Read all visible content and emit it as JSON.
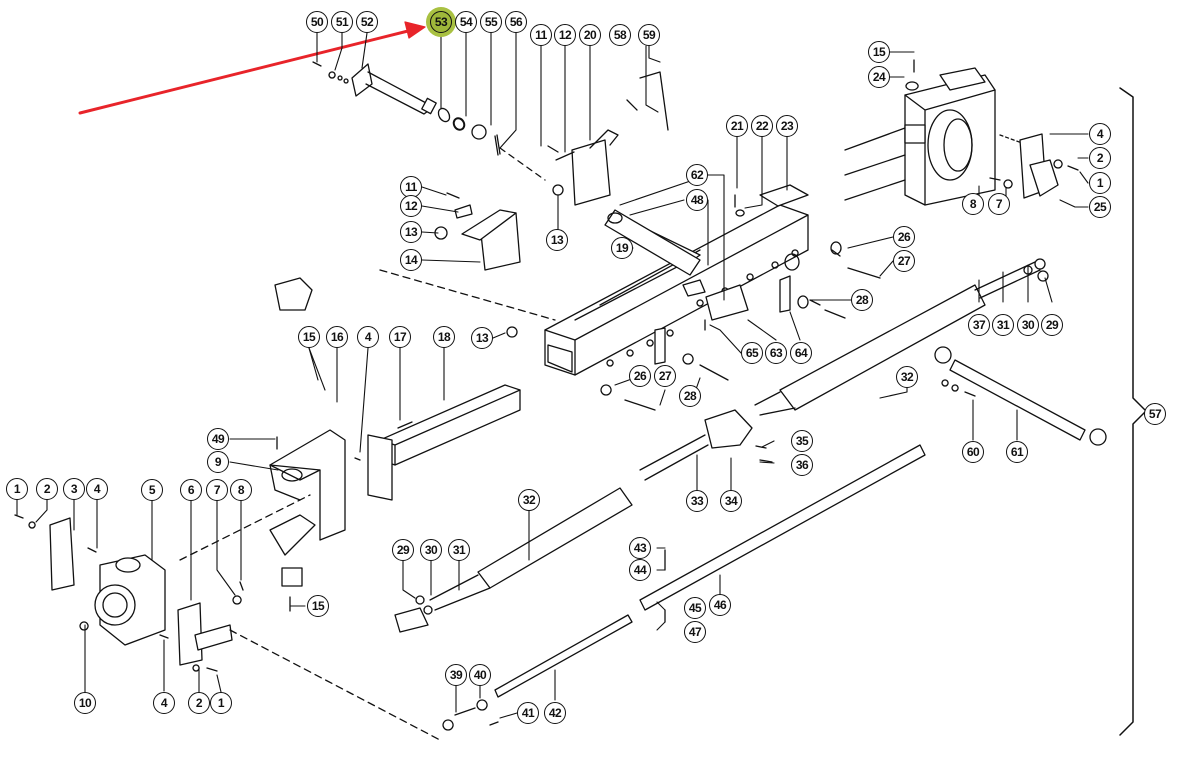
{
  "diagram": {
    "title": "",
    "type": "exploded-parts-diagram",
    "highlighted_part": "53",
    "pointer_arrow": {
      "color": "#e8242a",
      "target": "53"
    },
    "highlight_color": "#a9c142",
    "group_bracket_label": "57",
    "callouts": [
      {
        "id": "c50",
        "label": "50"
      },
      {
        "id": "c51",
        "label": "51"
      },
      {
        "id": "c52",
        "label": "52"
      },
      {
        "id": "c53",
        "label": "53"
      },
      {
        "id": "c54",
        "label": "54"
      },
      {
        "id": "c55",
        "label": "55"
      },
      {
        "id": "c56",
        "label": "56"
      },
      {
        "id": "c11a",
        "label": "11"
      },
      {
        "id": "c12a",
        "label": "12"
      },
      {
        "id": "c20",
        "label": "20"
      },
      {
        "id": "c58",
        "label": "58"
      },
      {
        "id": "c59",
        "label": "59"
      },
      {
        "id": "c15a",
        "label": "15"
      },
      {
        "id": "c24",
        "label": "24"
      },
      {
        "id": "c4a",
        "label": "4"
      },
      {
        "id": "c2a",
        "label": "2"
      },
      {
        "id": "c1a",
        "label": "1"
      },
      {
        "id": "c25",
        "label": "25"
      },
      {
        "id": "c8a",
        "label": "8"
      },
      {
        "id": "c7a",
        "label": "7"
      },
      {
        "id": "c21",
        "label": "21"
      },
      {
        "id": "c22",
        "label": "22"
      },
      {
        "id": "c23",
        "label": "23"
      },
      {
        "id": "c62",
        "label": "62"
      },
      {
        "id": "c48",
        "label": "48"
      },
      {
        "id": "c11b",
        "label": "11"
      },
      {
        "id": "c12b",
        "label": "12"
      },
      {
        "id": "c13a",
        "label": "13"
      },
      {
        "id": "c14",
        "label": "14"
      },
      {
        "id": "c13b",
        "label": "13"
      },
      {
        "id": "c19",
        "label": "19"
      },
      {
        "id": "c26a",
        "label": "26"
      },
      {
        "id": "c27a",
        "label": "27"
      },
      {
        "id": "c28a",
        "label": "28"
      },
      {
        "id": "c37",
        "label": "37"
      },
      {
        "id": "c31a",
        "label": "31"
      },
      {
        "id": "c30a",
        "label": "30"
      },
      {
        "id": "c29a",
        "label": "29"
      },
      {
        "id": "c65",
        "label": "65"
      },
      {
        "id": "c63",
        "label": "63"
      },
      {
        "id": "c64",
        "label": "64"
      },
      {
        "id": "c13c",
        "label": "13"
      },
      {
        "id": "c26b",
        "label": "26"
      },
      {
        "id": "c27b",
        "label": "27"
      },
      {
        "id": "c28b",
        "label": "28"
      },
      {
        "id": "c32a",
        "label": "32"
      },
      {
        "id": "c60",
        "label": "60"
      },
      {
        "id": "c61",
        "label": "61"
      },
      {
        "id": "c57",
        "label": "57"
      },
      {
        "id": "c15b",
        "label": "15"
      },
      {
        "id": "c16",
        "label": "16"
      },
      {
        "id": "c4b",
        "label": "4"
      },
      {
        "id": "c17",
        "label": "17"
      },
      {
        "id": "c18",
        "label": "18"
      },
      {
        "id": "c49",
        "label": "49"
      },
      {
        "id": "c9",
        "label": "9"
      },
      {
        "id": "c35",
        "label": "35"
      },
      {
        "id": "c36",
        "label": "36"
      },
      {
        "id": "c33",
        "label": "33"
      },
      {
        "id": "c34",
        "label": "34"
      },
      {
        "id": "c1b",
        "label": "1"
      },
      {
        "id": "c2b",
        "label": "2"
      },
      {
        "id": "c3",
        "label": "3"
      },
      {
        "id": "c4c",
        "label": "4"
      },
      {
        "id": "c5",
        "label": "5"
      },
      {
        "id": "c6",
        "label": "6"
      },
      {
        "id": "c7b",
        "label": "7"
      },
      {
        "id": "c8b",
        "label": "8"
      },
      {
        "id": "c15c",
        "label": "15"
      },
      {
        "id": "c10",
        "label": "10"
      },
      {
        "id": "c4d",
        "label": "4"
      },
      {
        "id": "c2c",
        "label": "2"
      },
      {
        "id": "c1c",
        "label": "1"
      },
      {
        "id": "c32b",
        "label": "32"
      },
      {
        "id": "c29b",
        "label": "29"
      },
      {
        "id": "c30b",
        "label": "30"
      },
      {
        "id": "c31b",
        "label": "31"
      },
      {
        "id": "c43",
        "label": "43"
      },
      {
        "id": "c44",
        "label": "44"
      },
      {
        "id": "c45",
        "label": "45"
      },
      {
        "id": "c46",
        "label": "46"
      },
      {
        "id": "c47",
        "label": "47"
      },
      {
        "id": "c39",
        "label": "39"
      },
      {
        "id": "c40",
        "label": "40"
      },
      {
        "id": "c41",
        "label": "41"
      },
      {
        "id": "c42",
        "label": "42"
      }
    ]
  }
}
